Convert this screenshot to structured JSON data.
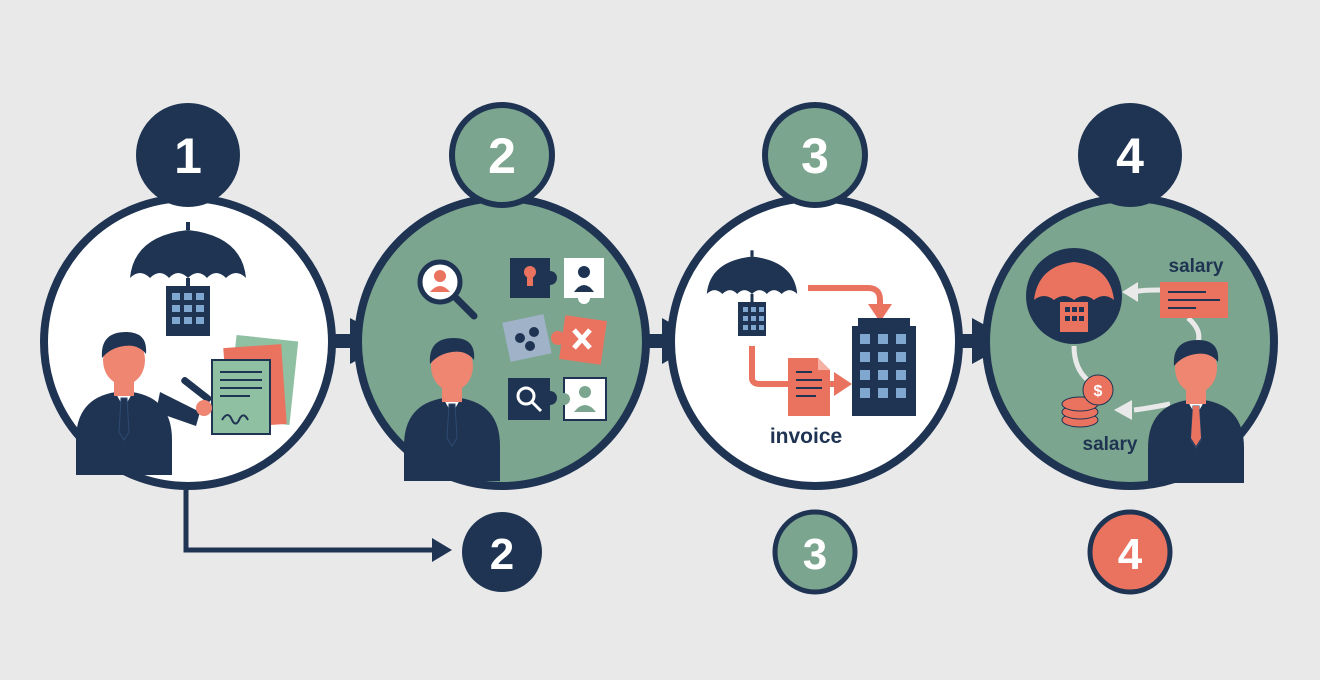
{
  "colors": {
    "background": "#e9e9ea",
    "navy": "#1f3452",
    "sage": "#7ba58e",
    "coral": "#ea7360",
    "skin": "#ee8672",
    "white": "#ffffff",
    "doc_green": "#8fc0a2"
  },
  "steps": [
    {
      "top_badge": "1",
      "bottom_badge": "",
      "icons": [
        "umbrella-building-icon",
        "businessman-icon",
        "signed-documents-icon",
        "pen-icon"
      ]
    },
    {
      "top_badge": "2",
      "bottom_badge": "2",
      "icons": [
        "magnifier-person-icon",
        "puzzle-pieces-icon",
        "businessman-icon"
      ]
    },
    {
      "top_badge": "3",
      "bottom_badge": "3",
      "label": "invoice",
      "icons": [
        "umbrella-building-icon",
        "invoice-document-icon",
        "office-building-icon",
        "flow-arrows-icon"
      ]
    },
    {
      "top_badge": "4",
      "bottom_badge": "4",
      "label_top": "salary",
      "label_bottom": "salary",
      "icons": [
        "umbrella-building-icon",
        "payslip-icon",
        "coins-icon",
        "businessman-icon",
        "cycle-arrows-icon"
      ]
    }
  ]
}
